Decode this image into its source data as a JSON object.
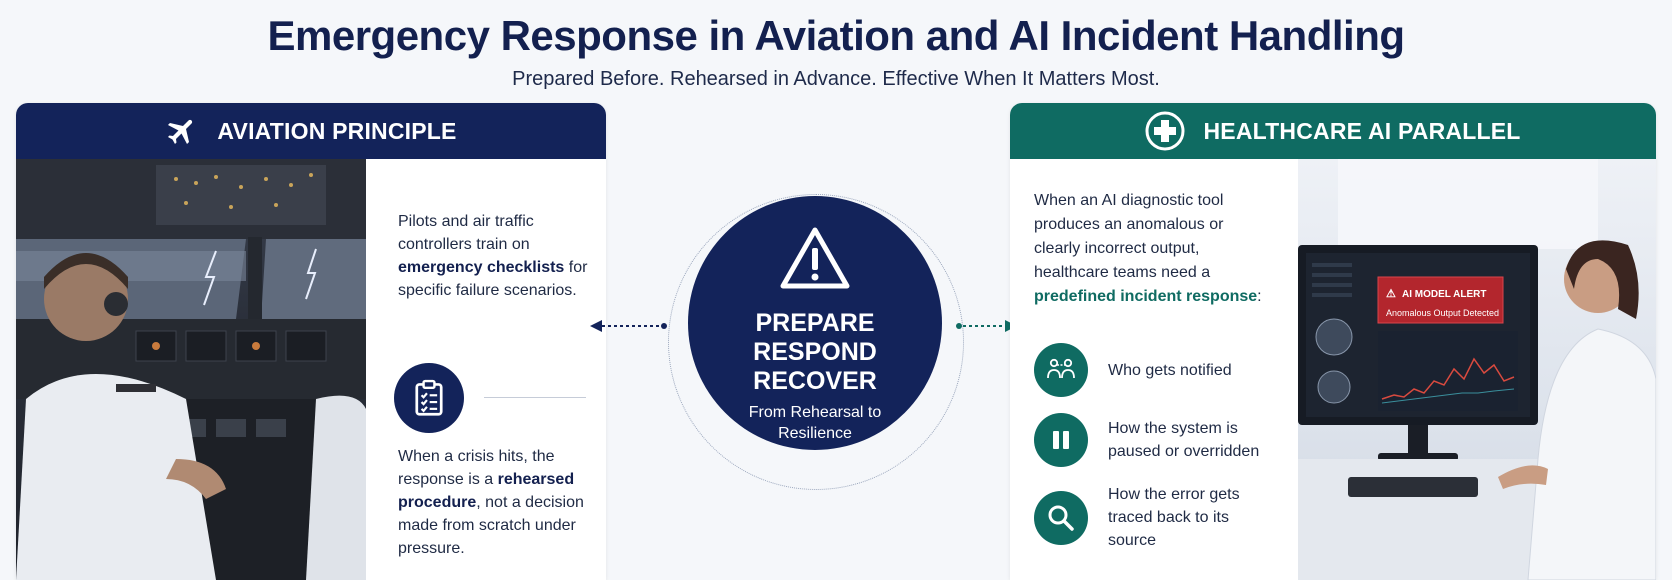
{
  "header": {
    "title": "Emergency Response in Aviation and AI Incident Handling",
    "subtitle": "Prepared Before. Rehearsed in Advance. Effective When It Matters Most."
  },
  "aviation": {
    "heading": "AVIATION PRINCIPLE",
    "para1_pre": "Pilots and air traffic controllers train on ",
    "para1_bold": "emergency checklists",
    "para1_post": " for specific failure scenarios.",
    "para2_pre": "When a crisis hits, the response is a ",
    "para2_bold": "rehearsed procedure",
    "para2_post": ", not a decision made from scratch under pressure."
  },
  "center": {
    "words": [
      "PREPARE",
      "RESPOND",
      "RECOVER"
    ],
    "subtitle": "From Rehearsal to Resilience"
  },
  "healthcare": {
    "heading": "HEALTHCARE AI PARALLEL",
    "para_pre": "When an AI diagnostic tool produces an anomalous or clearly incorrect output, healthcare teams need a ",
    "para_bold": "predefined incident response",
    "para_post": ":",
    "steps": [
      {
        "icon": "people-network-icon",
        "text": "Who gets notified"
      },
      {
        "icon": "pause-icon",
        "text": "How the system is paused or overridden"
      },
      {
        "icon": "magnifier-icon",
        "text": "How the error gets traced back to its source"
      }
    ],
    "alert_title": "AI MODEL ALERT",
    "alert_sub": "Anomalous Output Detected"
  },
  "colors": {
    "navy": "#13235a",
    "teal": "#0f6b62",
    "alert_red": "#b3262d"
  }
}
